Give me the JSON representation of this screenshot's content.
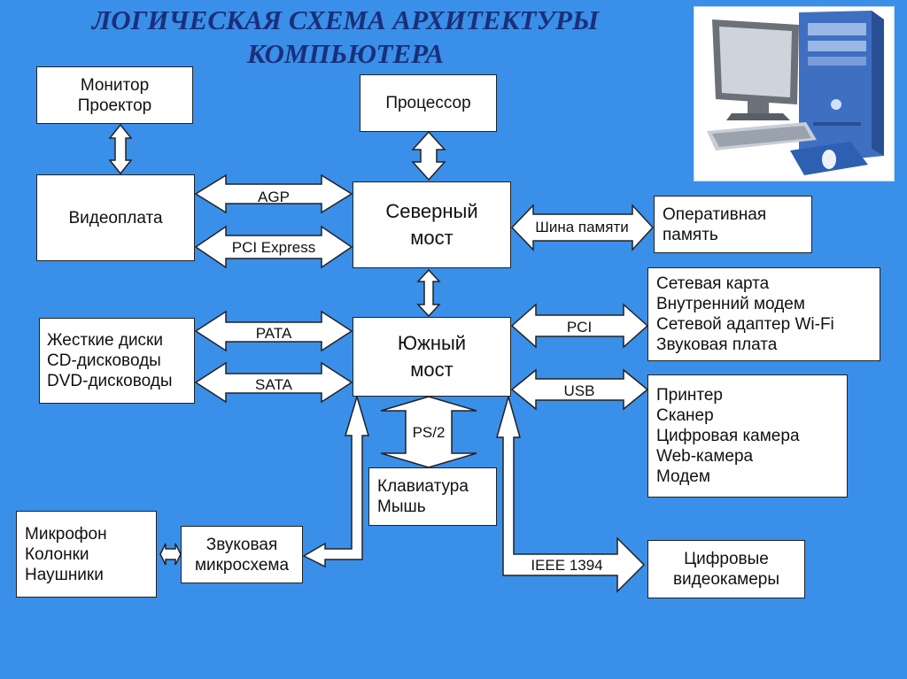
{
  "title": {
    "line1": "ЛОГИЧЕСКАЯ СХЕМА АРХИТЕКТУРЫ",
    "line2": "КОМПЬЮТЕРА"
  },
  "colors": {
    "background": "#3a8fe8",
    "title": "#1a2f7a",
    "box_fill": "#ffffff",
    "arrow_fill": "#ffffff"
  },
  "nodes": {
    "monitor": [
      "Монитор",
      "Проектор"
    ],
    "cpu": [
      "Процессор"
    ],
    "videocard": [
      "Видеоплата"
    ],
    "northbridge": [
      "Северный",
      "мост"
    ],
    "ram": [
      "Оперативная",
      "память"
    ],
    "network": [
      "Сетевая карта",
      "Внутренний модем",
      "Сетевой адаптер Wi-Fi",
      "Звуковая плата"
    ],
    "storage": [
      "Жесткие диски",
      "CD-дисководы",
      "DVD-дисководы"
    ],
    "southbridge": [
      "Южный",
      "мост"
    ],
    "usb_devices": [
      "Принтер",
      "Сканер",
      "Цифровая камера",
      "Web-камера",
      "Модем"
    ],
    "keyboard": [
      "Клавиатура",
      "Мышь"
    ],
    "audio_io": [
      "Микрофон",
      "Колонки",
      "Наушники"
    ],
    "sound_chip": [
      "Звуковая",
      "микросхема"
    ],
    "camcorders": [
      "Цифровые",
      "видеокамеры"
    ]
  },
  "links": {
    "agp": "AGP",
    "pci_express": "PCI Express",
    "memory_bus": "Шина памяти",
    "pata": "PATA",
    "sata": "SATA",
    "pci": "PCI",
    "usb": "USB",
    "ps2": "PS/2",
    "ieee1394": "IEEE 1394"
  },
  "illustration": {
    "subject": "desktop-computer",
    "parts": [
      "monitor",
      "system-unit",
      "keyboard",
      "mouse",
      "mouse-pad"
    ]
  }
}
